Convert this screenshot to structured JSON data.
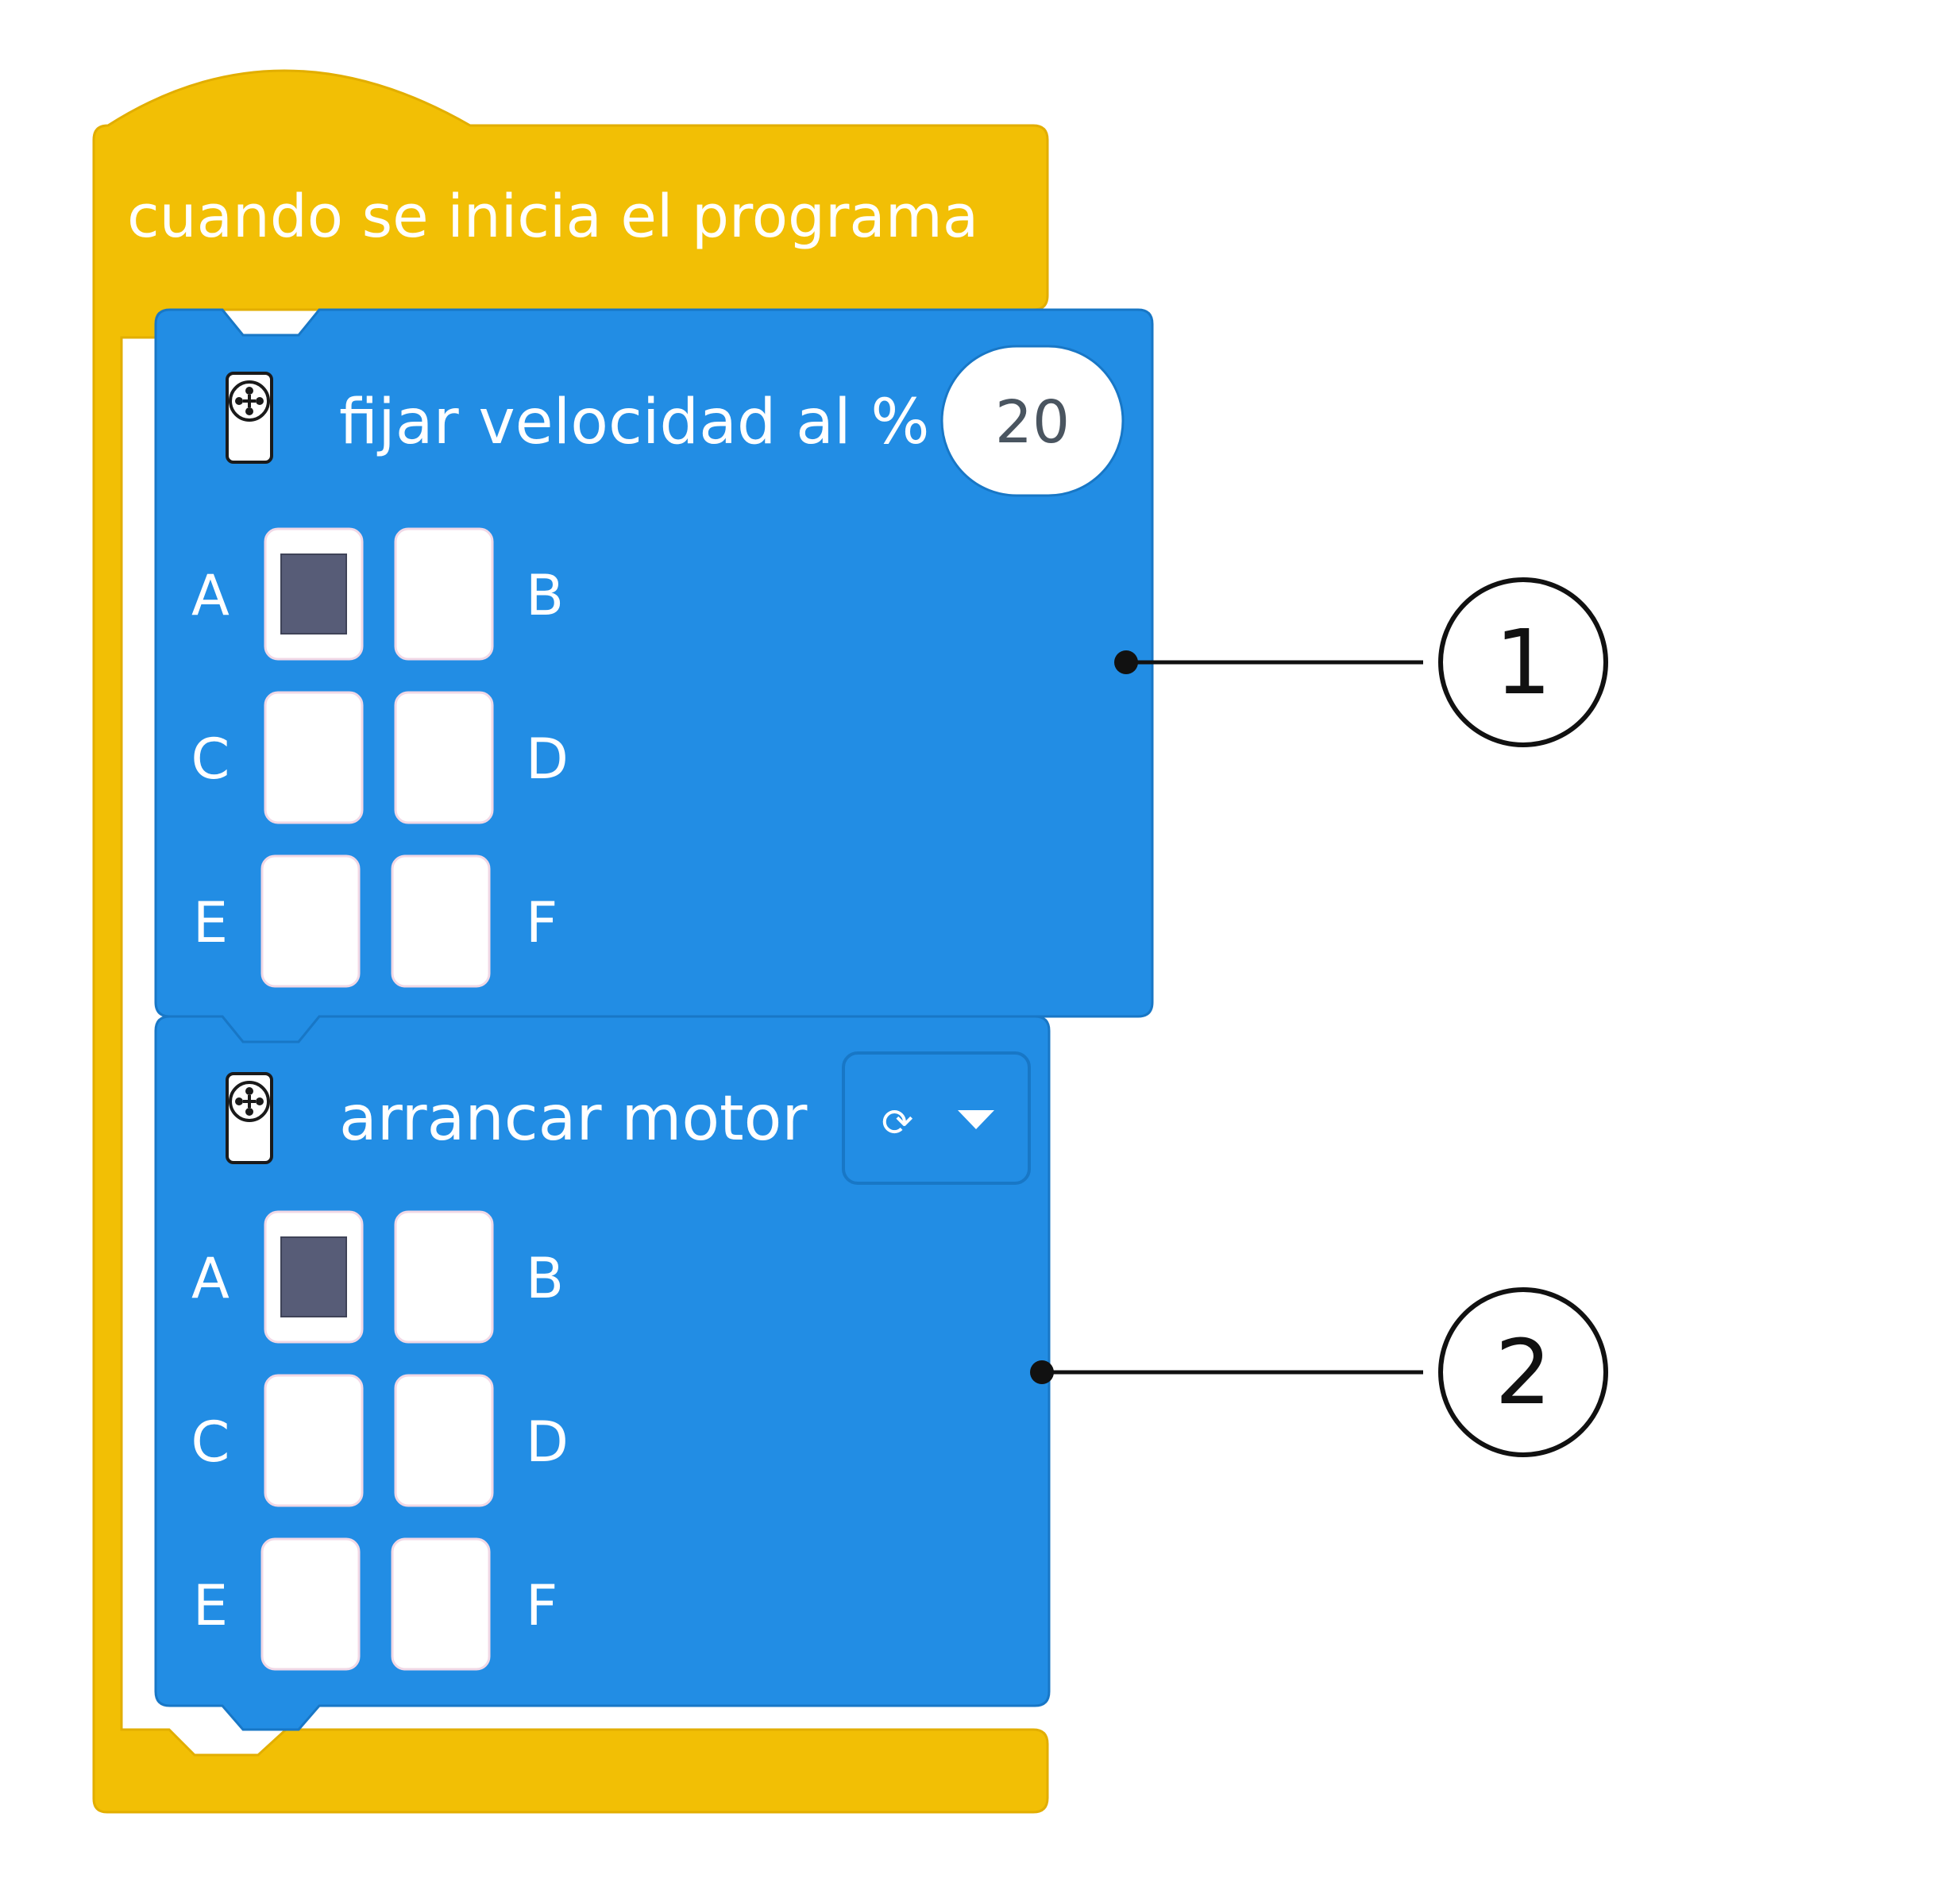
{
  "colors": {
    "event_block": "#F2BF05",
    "event_block_border": "#E2AE00",
    "motor_block": "#228DE4",
    "motor_block_border": "#1877C6",
    "port_selected": "#575C77",
    "port_empty": "#FFFFFF",
    "port_border": "#F1D8E6",
    "callout": "#111111"
  },
  "event_block": {
    "label": "cuando se inicia el programa"
  },
  "blocks": [
    {
      "icon": "motor-icon",
      "label": "fijar velocidad al %",
      "value": "20",
      "ports": [
        {
          "label": "A",
          "selected": true
        },
        {
          "label": "B",
          "selected": false
        },
        {
          "label": "C",
          "selected": false
        },
        {
          "label": "D",
          "selected": false
        },
        {
          "label": "E",
          "selected": false
        },
        {
          "label": "F",
          "selected": false
        }
      ],
      "callout": "1"
    },
    {
      "icon": "motor-icon",
      "label": "arrancar motor",
      "direction_icon": "clockwise-arrow-icon",
      "dropdown_icon": "dropdown-caret-icon",
      "direction_symbol": "⟳",
      "ports": [
        {
          "label": "A",
          "selected": true
        },
        {
          "label": "B",
          "selected": false
        },
        {
          "label": "C",
          "selected": false
        },
        {
          "label": "D",
          "selected": false
        },
        {
          "label": "E",
          "selected": false
        },
        {
          "label": "F",
          "selected": false
        }
      ],
      "callout": "2"
    }
  ]
}
